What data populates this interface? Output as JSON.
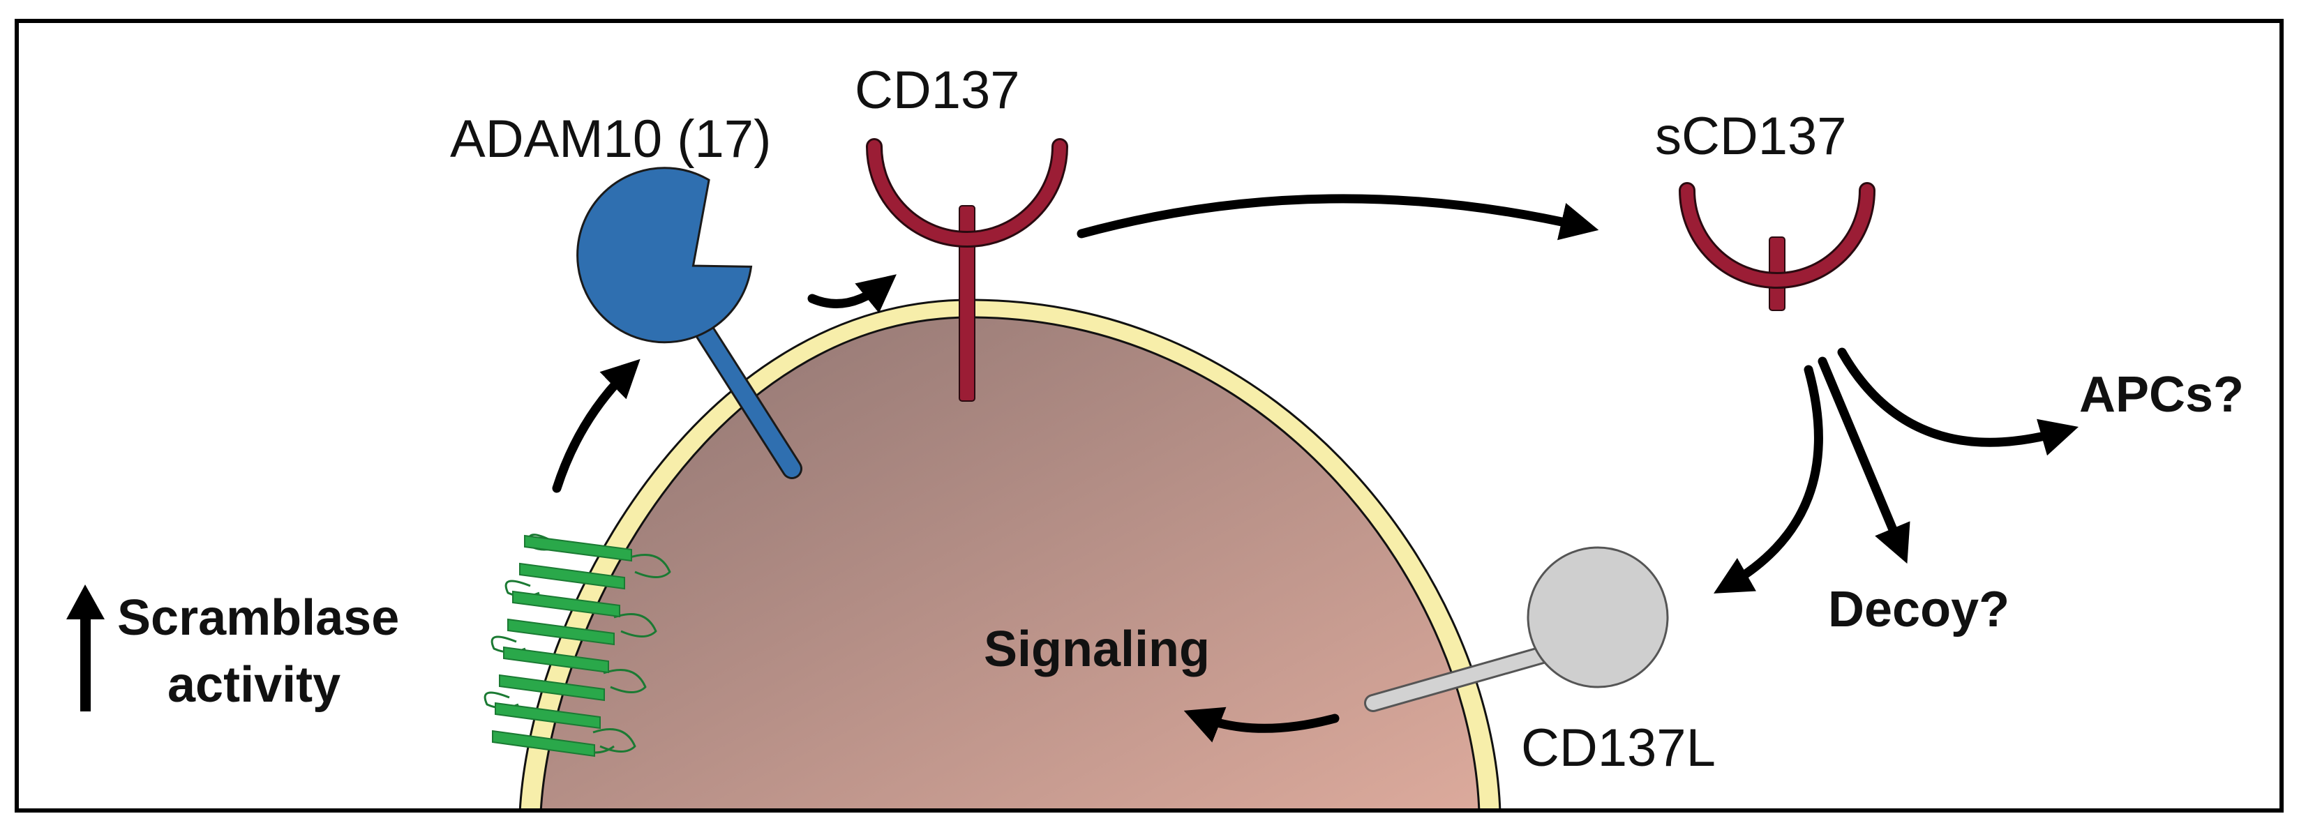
{
  "labels": {
    "adam": "ADAM10 (17)",
    "cd137": "CD137",
    "scd137": "sCD137",
    "apcs": "APCs?",
    "decoy": "Decoy?",
    "signaling": "Signaling",
    "cd137l": "CD137L",
    "scramblase_line1": "Scramblase",
    "scramblase_line2": "activity"
  },
  "colors": {
    "cell_body_dark": "#9a7d78",
    "cell_body_light": "#d8a89c",
    "membrane": "#f7eeaa",
    "adam": "#2f6fb0",
    "cd137": "#9b1d35",
    "cd137l": "#cfcfcf",
    "scramblase": "#2aa84a"
  }
}
